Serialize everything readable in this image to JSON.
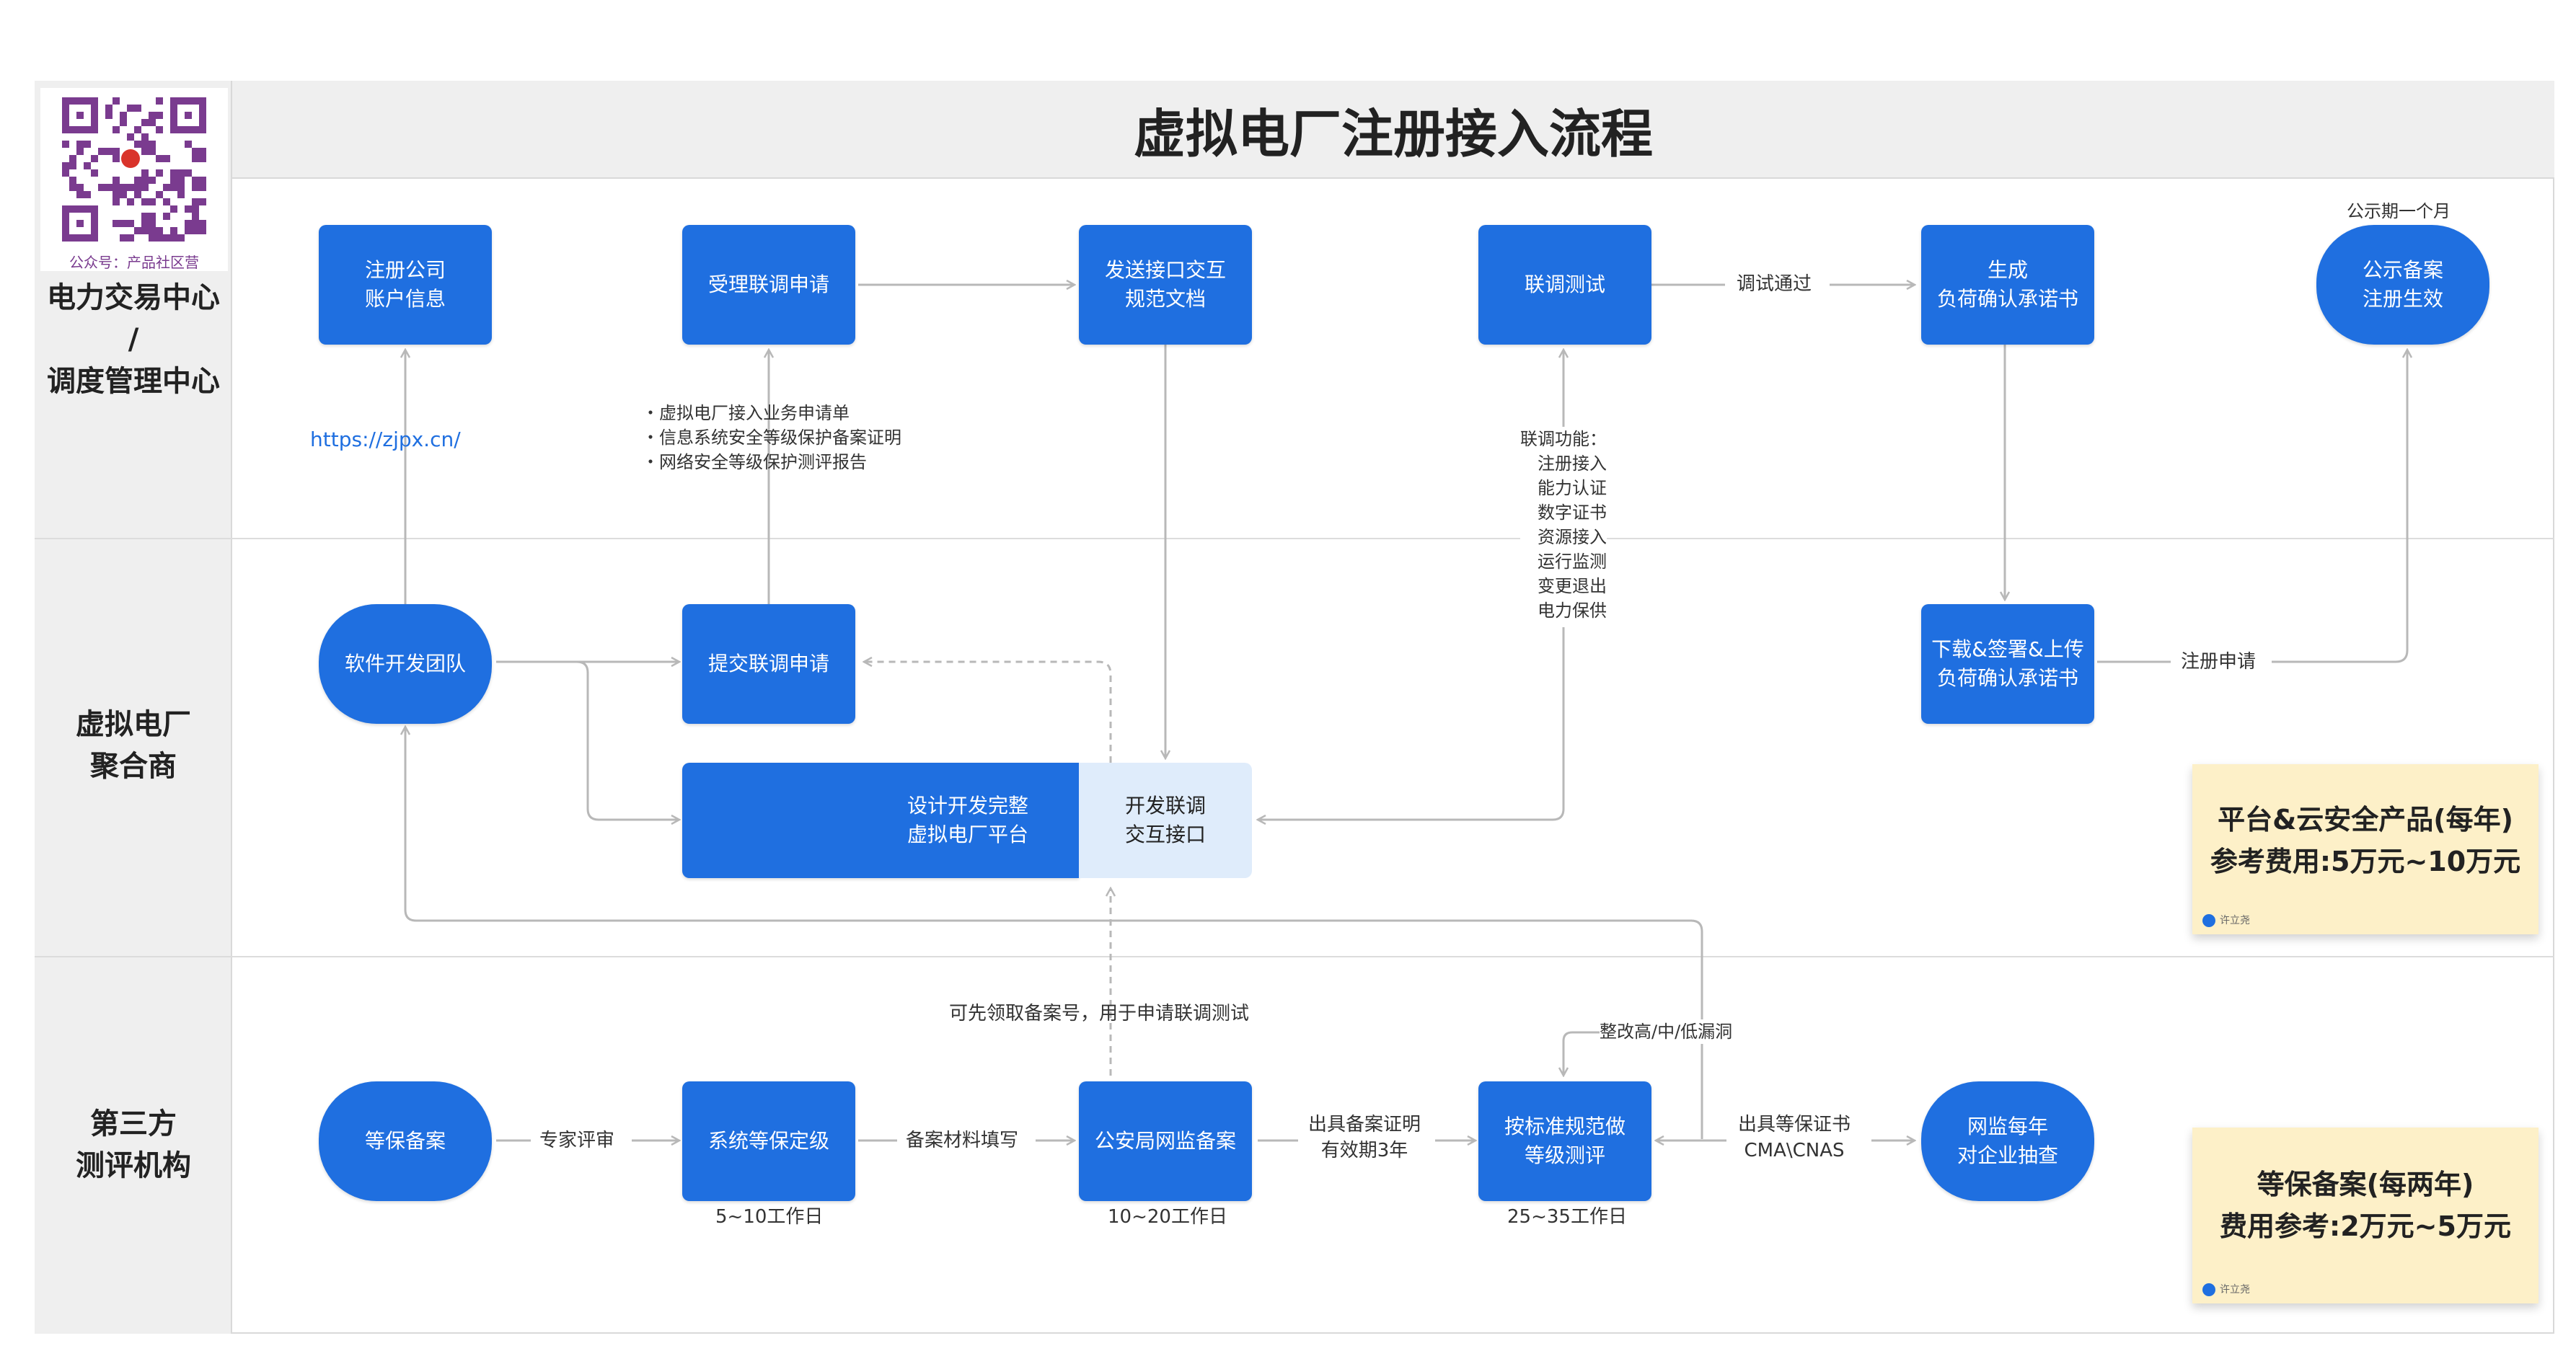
{
  "title": "虚拟电厂注册接入流程",
  "qr_caption": "公众号：产品社区营",
  "lanes": {
    "top": [
      "电力交易中心",
      "/",
      "调度管理中心"
    ],
    "middle": [
      "虚拟电厂",
      "聚合商"
    ],
    "bottom": [
      "第三方",
      "测评机构"
    ]
  },
  "nodes": {
    "register": [
      "注册公司",
      "账户信息"
    ],
    "accept": [
      "受理联调申请"
    ],
    "send_doc": [
      "发送接口交互",
      "规范文档"
    ],
    "joint_test": [
      "联调测试"
    ],
    "generate": [
      "生成",
      "负荷确认承诺书"
    ],
    "publicize": [
      "公示备案",
      "注册生效"
    ],
    "dev_team": [
      "软件开发团队"
    ],
    "submit": [
      "提交联调申请"
    ],
    "download": [
      "下载&签署&上传",
      "负荷确认承诺书"
    ],
    "design": [
      "设计开发完整",
      "虚拟电厂平台"
    ],
    "dev_iface": [
      "开发联调",
      "交互接口"
    ],
    "grade_filing": [
      "等保备案"
    ],
    "sys_grade": [
      "系统等保定级"
    ],
    "police_filing": [
      "公安局网监备案"
    ],
    "eval": [
      "按标准规范做",
      "等级测评"
    ],
    "inspect": [
      "网监每年",
      "对企业抽查"
    ]
  },
  "labels": {
    "url": "https://zjpx.cn/",
    "docs": [
      "・虚拟电厂接入业务申请单",
      "・信息系统安全等级保护备案证明",
      "・网络安全等级保护测评报告"
    ],
    "functions": [
      "联调功能：",
      "注册接入",
      "能力认证",
      "数字证书",
      "资源接入",
      "运行监测",
      "变更退出",
      "电力保供"
    ],
    "debug_pass": "调试通过",
    "reg_apply": "注册申请",
    "publicity": "公示期一个月",
    "prefiling": "可先领取备案号，用于申请联调测试",
    "expert": "专家评审",
    "material": "备案材料填写",
    "cert_issue": [
      "出具备案证明",
      "有效期3年"
    ],
    "fix": "整改高/中/低漏洞",
    "cert_grade": [
      "出具等保证书",
      "CMA\\CNAS"
    ],
    "days1": "5~10工作日",
    "days2": "10~20工作日",
    "days3": "25~35工作日"
  },
  "notes": {
    "cloud": [
      "平台&云安全产品(每年)",
      "参考费用:5万元~10万元"
    ],
    "grade": [
      "等保备案(每两年)",
      "费用参考:2万元~5万元"
    ],
    "author": "许立尧"
  },
  "colors": {
    "node": "#1f6fe0",
    "light_node": "#dfecfb",
    "note": "#fdf0c8",
    "lane": "#efefef",
    "arrow": "#b8b8b8"
  }
}
